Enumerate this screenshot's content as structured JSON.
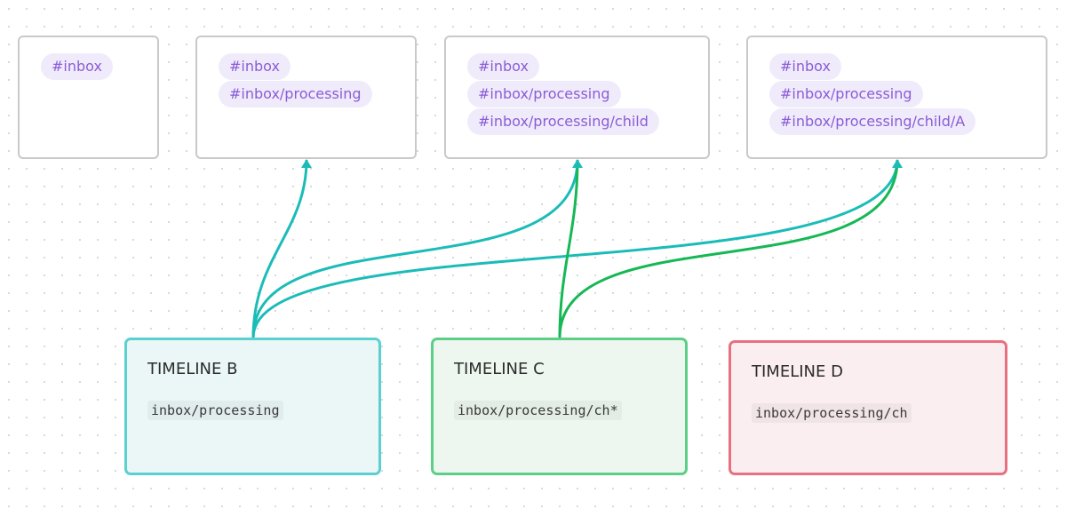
{
  "notes": [
    {
      "tags": [
        "#inbox"
      ]
    },
    {
      "tags": [
        "#inbox",
        "#inbox/processing"
      ]
    },
    {
      "tags": [
        "#inbox",
        "#inbox/processing",
        "#inbox/processing/child"
      ]
    },
    {
      "tags": [
        "#inbox",
        "#inbox/processing",
        "#inbox/processing/child/A"
      ]
    }
  ],
  "timelines": [
    {
      "title": "TIMELINE B",
      "query": "inbox/processing",
      "color": "#5bd0d0",
      "fill": "#eaf7f6"
    },
    {
      "title": "TIMELINE C",
      "query": "inbox/processing/ch*",
      "color": "#5bcf86",
      "fill": "#edf7ef"
    },
    {
      "title": "TIMELINE D",
      "query": "inbox/processing/ch",
      "color": "#e8707f",
      "fill": "#fbeef0"
    }
  ],
  "edge_colors": {
    "timeline_b": "#1bbcb8",
    "timeline_c": "#16b855"
  }
}
